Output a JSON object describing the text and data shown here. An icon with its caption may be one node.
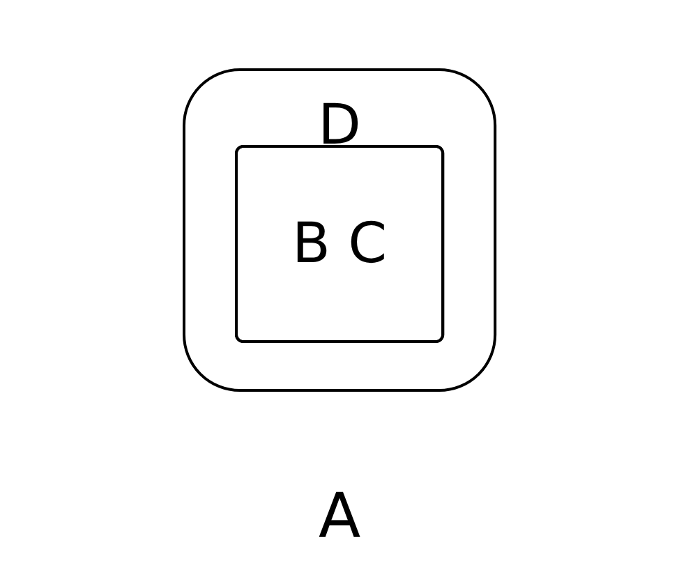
{
  "diagram": {
    "nodes": [
      {
        "text": [
          "D"
        ]
      },
      {
        "text": [
          "B C"
        ],
        "in": 0
      }
    ],
    "labels": [
      "A"
    ]
  }
}
